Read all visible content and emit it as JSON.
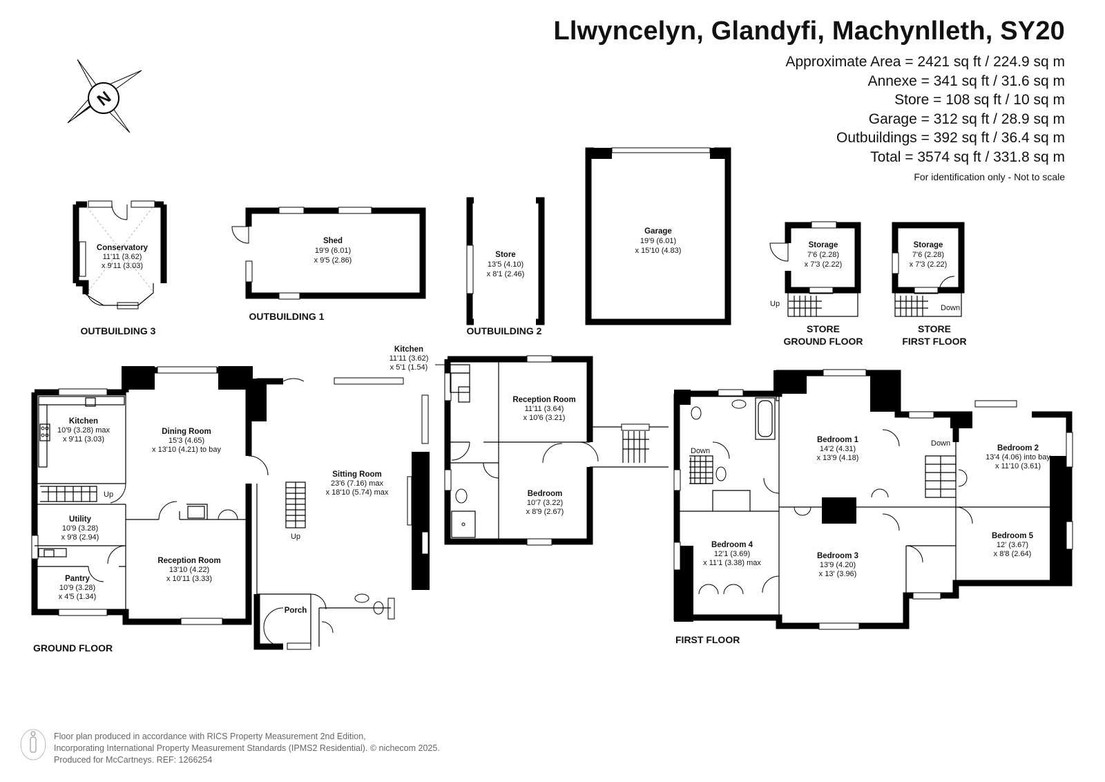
{
  "header": {
    "address": "Llwyncelyn, Glandyfi, Machynlleth, SY20",
    "areas": [
      "Approximate Area = 2421 sq ft / 224.9 sq m",
      "Annexe = 341 sq ft / 31.6 sq m",
      "Store = 108 sq ft / 10 sq m",
      "Garage = 312 sq ft / 28.9 sq m",
      "Outbuildings = 392 sq ft / 36.4 sq m",
      "Total = 3574 sq ft / 331.8 sq m"
    ],
    "note": "For identification only - Not to scale"
  },
  "compass": {
    "letter": "N",
    "icon": "compass-rose-icon"
  },
  "sections": {
    "outbuilding3": "OUTBUILDING 3",
    "outbuilding1": "OUTBUILDING 1",
    "outbuilding2": "OUTBUILDING 2",
    "store_ground_1": "STORE",
    "store_ground_2": "GROUND FLOOR",
    "store_first_1": "STORE",
    "store_first_2": "FIRST FLOOR",
    "ground_floor": "GROUND FLOOR",
    "first_floor": "FIRST FLOOR"
  },
  "rooms": {
    "conservatory": {
      "name": "Conservatory",
      "d1": "11'11 (3.62)",
      "d2": "x 9'11 (3.03)"
    },
    "shed": {
      "name": "Shed",
      "d1": "19'9 (6.01)",
      "d2": "x 9'5 (2.86)"
    },
    "store": {
      "name": "Store",
      "d1": "13'5 (4.10)",
      "d2": "x 8'1 (2.46)"
    },
    "garage": {
      "name": "Garage",
      "d1": "19'9 (6.01)",
      "d2": "x 15'10 (4.83)"
    },
    "storage_ground": {
      "name": "Storage",
      "d1": "7'6 (2.28)",
      "d2": "x 7'3 (2.22)"
    },
    "storage_first": {
      "name": "Storage",
      "d1": "7'6 (2.28)",
      "d2": "x 7'3 (2.22)"
    },
    "kitchen": {
      "name": "Kitchen",
      "d1": "10'9 (3.28) max",
      "d2": "x 9'11 (3.03)"
    },
    "dining": {
      "name": "Dining Room",
      "d1": "15'3 (4.65)",
      "d2": "x 13'10 (4.21) to bay"
    },
    "sitting": {
      "name": "Sitting Room",
      "d1": "23'6 (7.16) max",
      "d2": "x 18'10 (5.74) max"
    },
    "utility": {
      "name": "Utility",
      "d1": "10'9 (3.28)",
      "d2": "x 9'8 (2.94)"
    },
    "pantry": {
      "name": "Pantry",
      "d1": "10'9 (3.28)",
      "d2": "x 4'5 (1.34)"
    },
    "reception_ground": {
      "name": "Reception Room",
      "d1": "13'10 (4.22)",
      "d2": "x 10'11 (3.33)"
    },
    "porch": {
      "name": "Porch"
    },
    "annexe_kitchen": {
      "name": "Kitchen",
      "d1": "11'11 (3.62)",
      "d2": "x 5'1 (1.54)"
    },
    "annexe_reception": {
      "name": "Reception Room",
      "d1": "11'11 (3.64)",
      "d2": "x 10'6 (3.21)"
    },
    "annexe_bedroom": {
      "name": "Bedroom",
      "d1": "10'7 (3.22)",
      "d2": "x 8'9 (2.67)"
    },
    "bedroom1": {
      "name": "Bedroom 1",
      "d1": "14'2 (4.31)",
      "d2": "x 13'9 (4.18)"
    },
    "bedroom2": {
      "name": "Bedroom 2",
      "d1": "13'4 (4.06) into bay",
      "d2": "x 11'10 (3.61)"
    },
    "bedroom3": {
      "name": "Bedroom 3",
      "d1": "13'9 (4.20)",
      "d2": "x 13' (3.96)"
    },
    "bedroom4": {
      "name": "Bedroom 4",
      "d1": "12'1 (3.69)",
      "d2": "x 11'1 (3.38) max"
    },
    "bedroom5": {
      "name": "Bedroom 5",
      "d1": "12' (3.67)",
      "d2": "x 8'8 (2.64)"
    }
  },
  "stair_labels": {
    "up_ground_kitchen": "Up",
    "up_ground_hall": "Up",
    "up_store": "Up",
    "down_store": "Down",
    "down_first_left": "Down",
    "down_first_right": "Down"
  },
  "footer": {
    "line1": "Floor plan produced in accordance with RICS Property Measurement 2nd Edition,",
    "line2": "Incorporating International Property Measurement Standards (IPMS2 Residential).  © nichecom 2025.",
    "line3": "Produced for McCartneys.   REF: 1266254",
    "icon": "person-scale-icon"
  }
}
